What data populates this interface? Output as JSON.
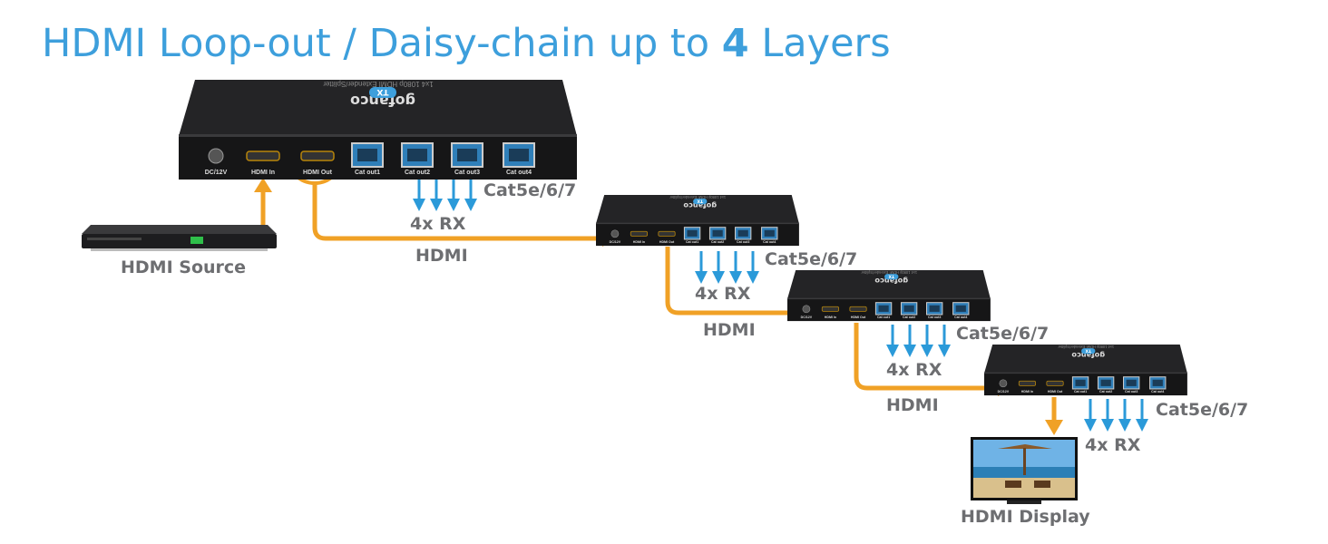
{
  "title": {
    "prefix": "HDMI Loop-out / Daisy-chain up to ",
    "number": "4",
    "suffix": " Layers"
  },
  "device": {
    "brand": "gofanco",
    "badge": "TX",
    "model": "1x4 1080p HDMI Extender/Splitter",
    "ports": [
      "DC/12V",
      "HDMI In",
      "HDMI Out",
      "Cat out1",
      "Cat out2",
      "Cat out3",
      "Cat out4"
    ]
  },
  "labels": {
    "source": "HDMI Source",
    "display": "HDMI Display",
    "hdmi": "HDMI",
    "cable": "Cat5e/6/7",
    "rx": "4x RX"
  },
  "layers": 4,
  "colors": {
    "title": "#3d9fdc",
    "hdmi_line": "#f0a126",
    "cat_arrow": "#2b9ad9",
    "label": "#6d6e71"
  }
}
